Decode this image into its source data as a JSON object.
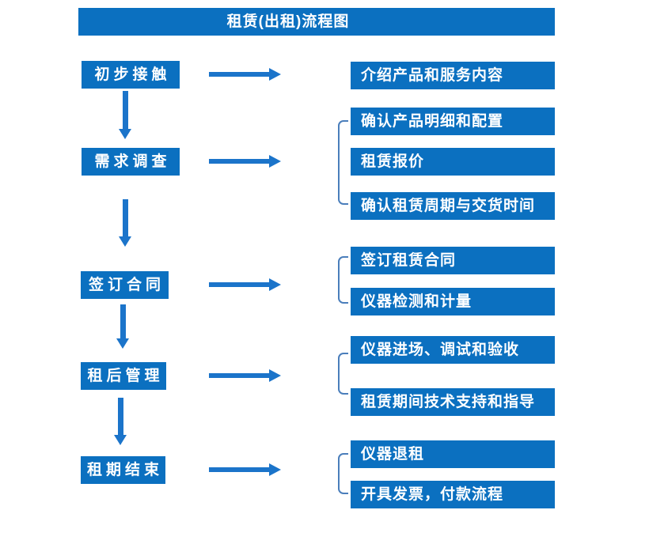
{
  "title": "租赁(出租)流程图",
  "colors": {
    "box_blue": "#0b70c0",
    "arrow_blue": "#1b74ca",
    "bracket_blue": "#4a7ebb",
    "text": "#ffffff",
    "background": "#ffffff"
  },
  "steps": [
    {
      "label": "初步接触",
      "details": [
        "介绍产品和服务内容"
      ]
    },
    {
      "label": "需求调查",
      "details": [
        "确认产品明细和配置",
        "租赁报价",
        "确认租赁周期与交货时间"
      ]
    },
    {
      "label": "签订合同",
      "details": [
        "签订租赁合同",
        "仪器检测和计量"
      ]
    },
    {
      "label": "租后管理",
      "details": [
        "仪器进场、调试和验收",
        "租赁期间技术支持和指导"
      ]
    },
    {
      "label": "租期结束",
      "details": [
        "仪器退租",
        "开具发票，付款流程"
      ]
    }
  ]
}
